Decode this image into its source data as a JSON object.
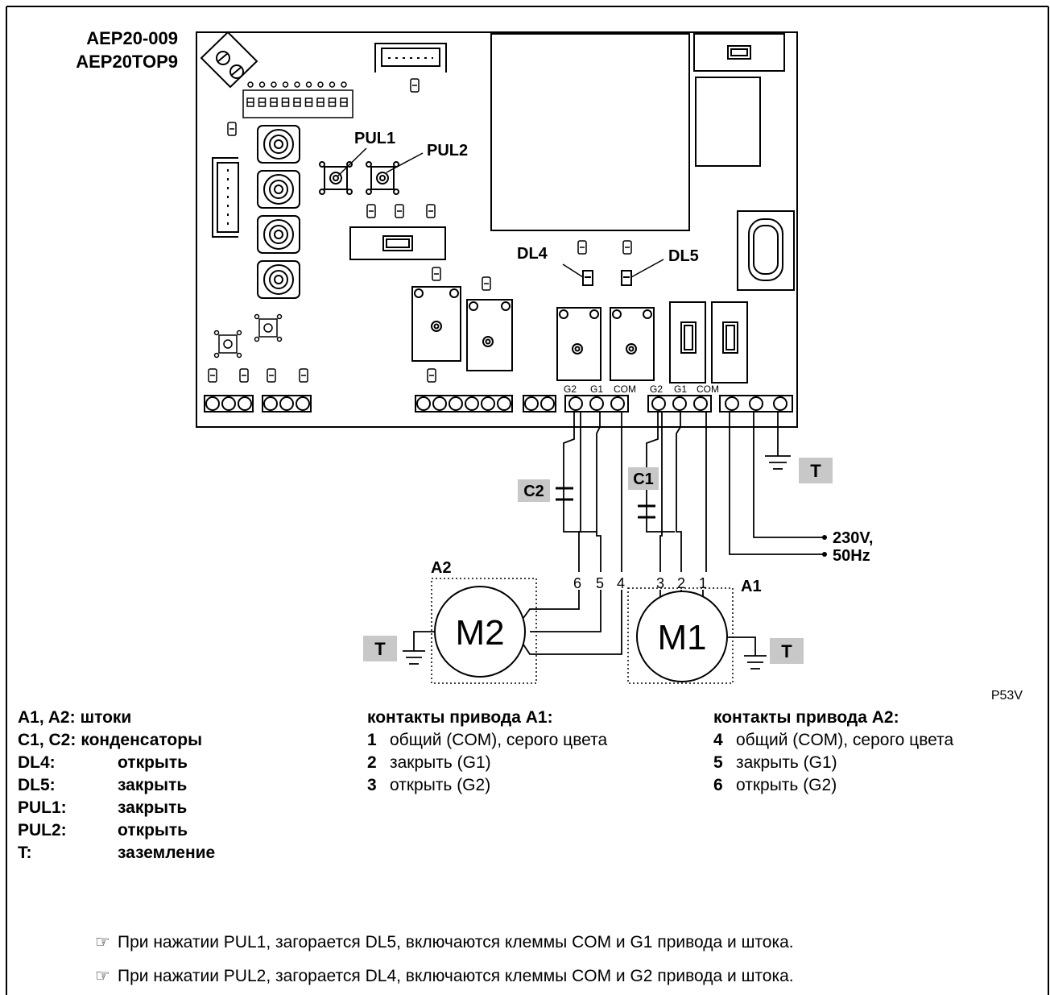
{
  "model": [
    "AEP20-009",
    "AEP20TOP9"
  ],
  "board_labels": {
    "pul1": "PUL1",
    "pul2": "PUL2",
    "dl4": "DL4",
    "dl5": "DL5"
  },
  "terminal_labels": {
    "a2_g2": "G2",
    "a2_g1": "G1",
    "a2_com": "COM",
    "a1_g2": "G2",
    "a1_g1": "G1",
    "a1_com": "COM"
  },
  "components": {
    "c1": "C1",
    "c2": "C2",
    "ground_t": "T",
    "supply_line1": "230V,",
    "supply_line2": "50Hz",
    "a1": "A1",
    "a2": "A2",
    "m1": "M1",
    "m2": "M2",
    "wire_numbers": [
      "6",
      "5",
      "4",
      "3",
      "2",
      "1"
    ]
  },
  "figure_code": "P53V",
  "legend": [
    {
      "key": "A1, A2:",
      "value": "штоки"
    },
    {
      "key": "C1, C2:",
      "value": "конденсаторы"
    },
    {
      "key": "DL4:",
      "value": "открыть"
    },
    {
      "key": "DL5:",
      "value": "закрыть"
    },
    {
      "key": "PUL1:",
      "value": "закрыть"
    },
    {
      "key": "PUL2:",
      "value": "открыть"
    },
    {
      "key": "T:",
      "value": "заземление"
    }
  ],
  "contacts_a1": {
    "title": "контакты привода А1:",
    "items": [
      {
        "num": "1",
        "text": "общий (COM), серого цвета"
      },
      {
        "num": "2",
        "text": "закрыть (G1)"
      },
      {
        "num": "3",
        "text": "открыть (G2)"
      }
    ]
  },
  "contacts_a2": {
    "title": "контакты привода А2:",
    "items": [
      {
        "num": "4",
        "text": "общий (COM), серого цвета"
      },
      {
        "num": "5",
        "text": "закрыть (G1)"
      },
      {
        "num": "6",
        "text": "открыть (G2)"
      }
    ]
  },
  "notes": [
    "При нажатии PUL1, загорается DL5, включаются клеммы COM и G1 привода и штока.",
    "При нажатии PUL2, загорается DL4, включаются клеммы COM и G2 привода и штока."
  ]
}
